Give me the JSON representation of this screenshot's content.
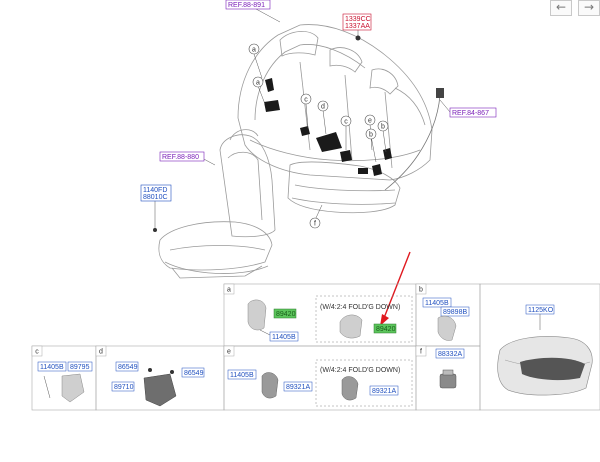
{
  "nav": {
    "back_icon": "arrow-left-icon",
    "forward_icon": "arrow-right-icon",
    "back_glyph": "←",
    "forward_glyph": "→"
  },
  "colors": {
    "ref_purple": "#7a1fb8",
    "ref_red": "#c8102e",
    "part_blue": "#1f4fbf",
    "highlight_green": "#5cc55c",
    "arrow_red": "#e0191f"
  },
  "main": {
    "refs": {
      "top_left": "REF.88-891",
      "left": "REF.88-880",
      "right": "REF.84-867"
    },
    "bolt": {
      "line1": "1339CC",
      "line2": "1337AA"
    },
    "left_parts": {
      "line1": "1140FD",
      "line2": "88010C"
    },
    "callouts": {
      "a": "a",
      "b": "b",
      "c": "c",
      "d": "d",
      "e": "e",
      "f": "f"
    }
  },
  "panels": {
    "a": {
      "letter": "a",
      "part1": "89420",
      "part2": "11405B",
      "note": "(W/4:2:4 FOLD'G DOWN)",
      "part3": "89420"
    },
    "b": {
      "letter": "b",
      "part1": "11405B",
      "part2": "89898B"
    },
    "c": {
      "letter": "c",
      "part1": "11405B",
      "part2": "89795"
    },
    "d": {
      "letter": "d",
      "part1": "86549",
      "part2": "86549",
      "part3": "89710"
    },
    "e": {
      "letter": "e",
      "part1": "11405B",
      "part2": "89321A",
      "note": "(W/4:2:4 FOLD'G DOWN)",
      "part3": "89321A"
    },
    "f": {
      "letter": "f",
      "part1": "88332A"
    },
    "cushion": {
      "part1": "1125KO"
    }
  }
}
